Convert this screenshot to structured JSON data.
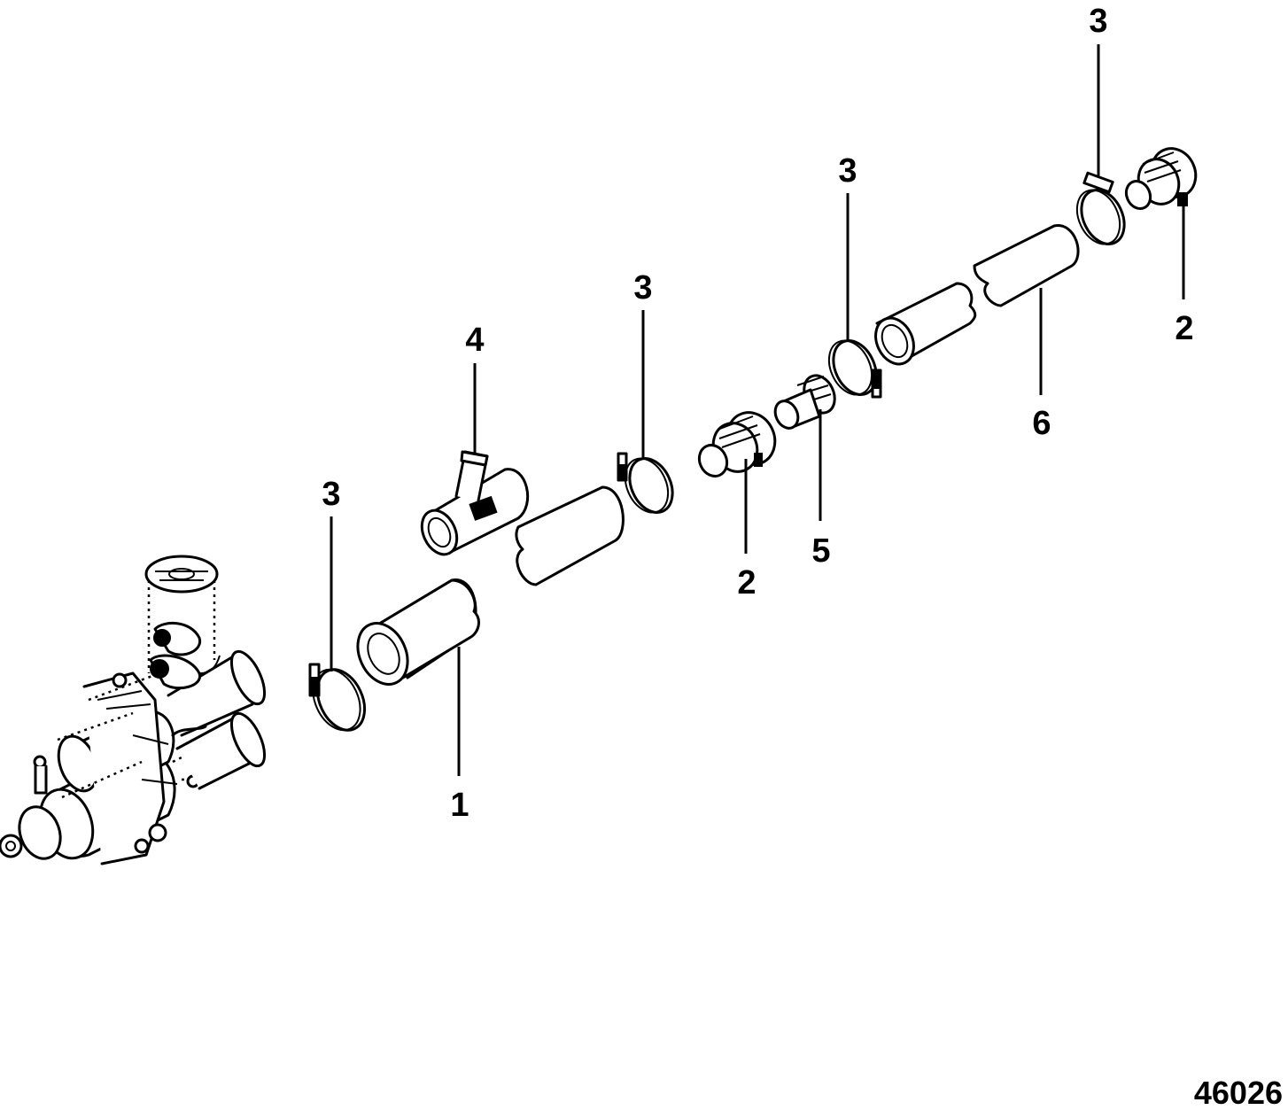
{
  "figure_number": "46026",
  "callouts": [
    {
      "label": "1"
    },
    {
      "label": "2"
    },
    {
      "label": "2"
    },
    {
      "label": "3"
    },
    {
      "label": "3"
    },
    {
      "label": "3"
    },
    {
      "label": "3"
    },
    {
      "label": "4"
    },
    {
      "label": "5"
    },
    {
      "label": "6"
    }
  ]
}
